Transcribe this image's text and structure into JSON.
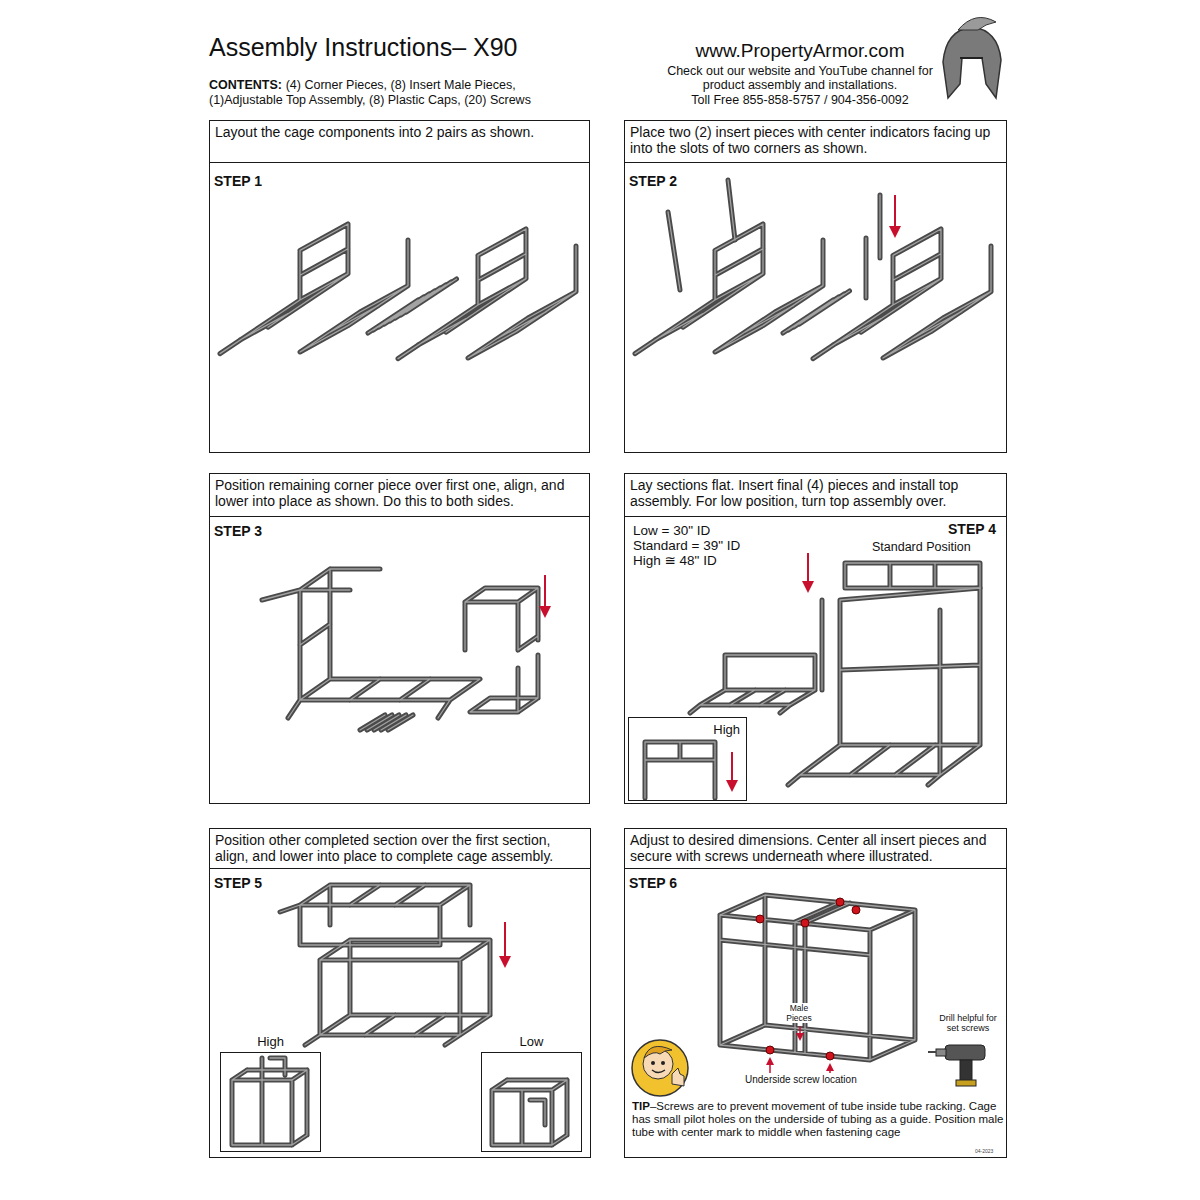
{
  "diagram": {
    "title": "Assembly Instructions– X90",
    "nodes": [
      {
        "text": [
          "Layout the cage components into 2 pairs as shown.",
          "STEP 1"
        ]
      },
      {
        "text": [
          "Place two (2) insert pieces with center indicators facing up into the slots of two corners as shown.",
          "STEP 2"
        ]
      },
      {
        "text": [
          "Position remaining corner piece over first one, align, and lower into place as shown. Do this to both sides.",
          "STEP 3"
        ]
      },
      {
        "text": [
          "Lay sections flat. Insert final (4) pieces and install top assembly. For low position, turn top assembly over.",
          "STEP 4"
        ]
      },
      {
        "text": [
          "High"
        ],
        "in": 3
      },
      {
        "text": [
          "Position other completed section over the first section, align, and lower into place to complete cage assembly.",
          "STEP 5"
        ]
      },
      {
        "text": [
          "High"
        ],
        "in": 5
      },
      {
        "text": [
          "Low"
        ],
        "in": 5
      },
      {
        "text": [
          "Adjust to desired dimensions. Center all insert pieces and secure with screws underneath where illustrated.",
          "STEP 6"
        ]
      }
    ],
    "labels": [
      "CONTENTS:",
      "(4) Corner Pieces, (8) Insert Male Pieces, (1)Adjustable Top Assembly, (8) Plastic Caps, (20) Screws",
      "www.PropertyArmor.com",
      "Check out our website and YouTube channel for product assembly and installations.",
      "Toll Free 855-858-5757 / 904-356-0092",
      "Low = 30\" ID",
      "Standard = 39\" ID",
      "High ≅ 48\" ID",
      "Standard Position",
      "Male Pieces",
      "Drill helpful for set screws",
      "Underside screw location",
      "TIP",
      "–Screws are to prevent movement of tube inside tube racking. Cage has small pilot holes on the underside of tubing as a guide. Position male tube with center mark to middle when fastening cage",
      "04-2023"
    ]
  }
}
